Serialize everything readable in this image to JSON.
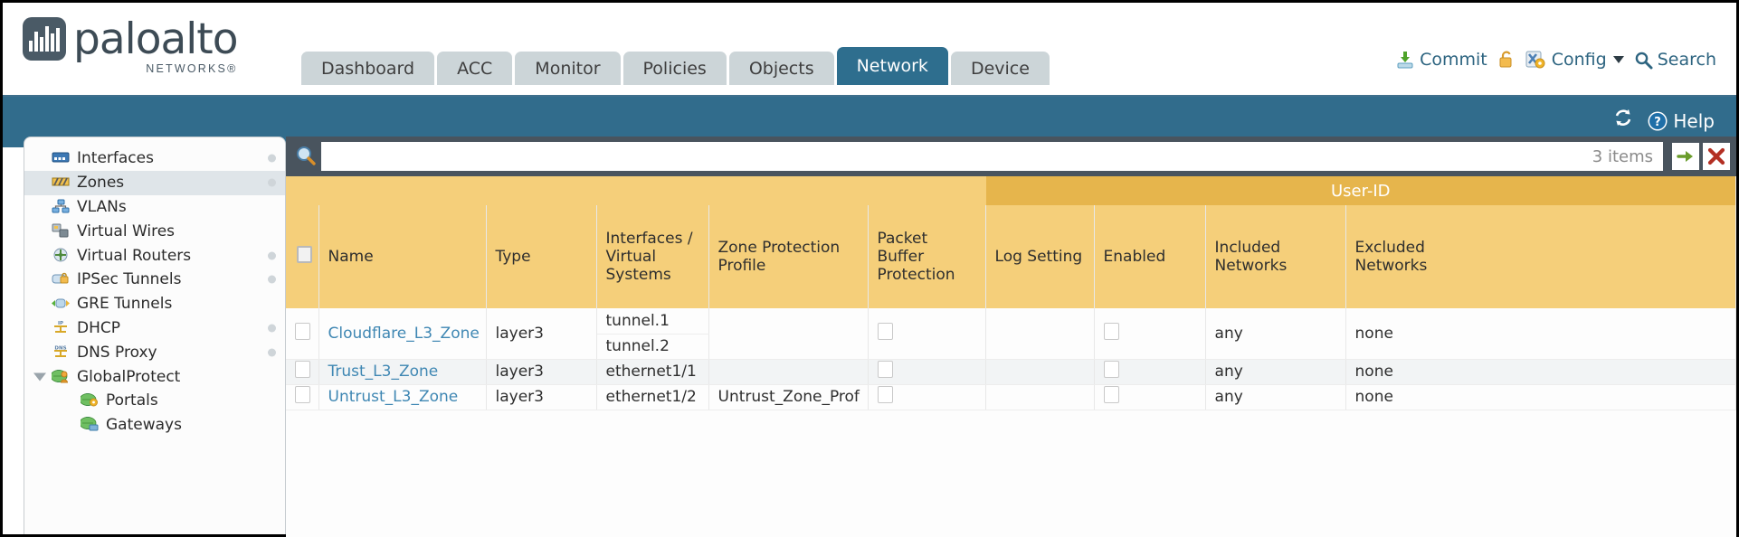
{
  "brand": {
    "name": "paloalto",
    "tagline": "NETWORKS",
    "registered": "®"
  },
  "tabs": [
    {
      "label": "Dashboard",
      "active": false
    },
    {
      "label": "ACC",
      "active": false
    },
    {
      "label": "Monitor",
      "active": false
    },
    {
      "label": "Policies",
      "active": false
    },
    {
      "label": "Objects",
      "active": false
    },
    {
      "label": "Network",
      "active": true
    },
    {
      "label": "Device",
      "active": false
    }
  ],
  "top_actions": {
    "commit": "Commit",
    "lock_icon": "padlock-icon",
    "config": "Config",
    "search": "Search"
  },
  "band": {
    "refresh_icon": "refresh-icon",
    "help": "Help"
  },
  "sidebar": {
    "items": [
      {
        "label": "Interfaces",
        "icon": "interfaces-icon",
        "selected": false,
        "dot": true,
        "child": false,
        "caret": false
      },
      {
        "label": "Zones",
        "icon": "zones-icon",
        "selected": true,
        "dot": true,
        "child": false,
        "caret": false
      },
      {
        "label": "VLANs",
        "icon": "vlans-icon",
        "selected": false,
        "dot": false,
        "child": false,
        "caret": false
      },
      {
        "label": "Virtual Wires",
        "icon": "virtual-wires-icon",
        "selected": false,
        "dot": false,
        "child": false,
        "caret": false
      },
      {
        "label": "Virtual Routers",
        "icon": "virtual-routers-icon",
        "selected": false,
        "dot": true,
        "child": false,
        "caret": false
      },
      {
        "label": "IPSec Tunnels",
        "icon": "ipsec-tunnels-icon",
        "selected": false,
        "dot": true,
        "child": false,
        "caret": false
      },
      {
        "label": "GRE Tunnels",
        "icon": "gre-tunnels-icon",
        "selected": false,
        "dot": false,
        "child": false,
        "caret": false
      },
      {
        "label": "DHCP",
        "icon": "dhcp-icon",
        "selected": false,
        "dot": true,
        "child": false,
        "caret": false
      },
      {
        "label": "DNS Proxy",
        "icon": "dns-proxy-icon",
        "selected": false,
        "dot": true,
        "child": false,
        "caret": false
      },
      {
        "label": "GlobalProtect",
        "icon": "globalprotect-icon",
        "selected": false,
        "dot": false,
        "child": false,
        "caret": true
      },
      {
        "label": "Portals",
        "icon": "portals-icon",
        "selected": false,
        "dot": false,
        "child": true,
        "caret": false
      },
      {
        "label": "Gateways",
        "icon": "gateways-icon",
        "selected": false,
        "dot": false,
        "child": true,
        "caret": false
      }
    ]
  },
  "search": {
    "icon": "magnifier-icon",
    "value": "",
    "placeholder": "",
    "items_count": "3 items",
    "apply_icon": "green-arrow-icon",
    "clear_icon": "red-x-icon"
  },
  "table": {
    "group_header": "User-ID",
    "columns": [
      "Name",
      "Type",
      "Interfaces / Virtual Systems",
      "Zone Protection Profile",
      "Packet Buffer Protection",
      "Log Setting",
      "Enabled",
      "Included Networks",
      "Excluded Networks"
    ],
    "column_lines": {
      "interfaces": [
        "Interfaces /",
        "Virtual",
        "Systems"
      ],
      "zone_protection": [
        "Zone Protection",
        "Profile"
      ],
      "packet_buffer": [
        "Packet Buffer",
        "Protection"
      ],
      "included": [
        "Included",
        "Networks"
      ],
      "excluded": [
        "Excluded",
        "Networks"
      ]
    },
    "rows": [
      {
        "name": "Cloudflare_L3_Zone",
        "type": "layer3",
        "interfaces": [
          "tunnel.1",
          "tunnel.2"
        ],
        "zone_protection_profile": "",
        "packet_buffer_protection": false,
        "log_setting": "",
        "enabled": false,
        "included_networks": "any",
        "excluded_networks": "none"
      },
      {
        "name": "Trust_L3_Zone",
        "type": "layer3",
        "interfaces": [
          "ethernet1/1"
        ],
        "zone_protection_profile": "",
        "packet_buffer_protection": false,
        "log_setting": "",
        "enabled": false,
        "included_networks": "any",
        "excluded_networks": "none"
      },
      {
        "name": "Untrust_L3_Zone",
        "type": "layer3",
        "interfaces": [
          "ethernet1/2"
        ],
        "zone_protection_profile": "Untrust_Zone_Prof",
        "packet_buffer_protection": false,
        "log_setting": "",
        "enabled": false,
        "included_networks": "any",
        "excluded_networks": "none"
      }
    ]
  },
  "colors": {
    "brand_teal": "#316c8c",
    "tab_active": "#2e6e8e",
    "tab_inactive": "#ccd5d8",
    "header_amber": "#f5cf7a",
    "group_amber": "#e6b54c",
    "link_blue": "#3f87b3",
    "panel_dark": "#49545e"
  }
}
